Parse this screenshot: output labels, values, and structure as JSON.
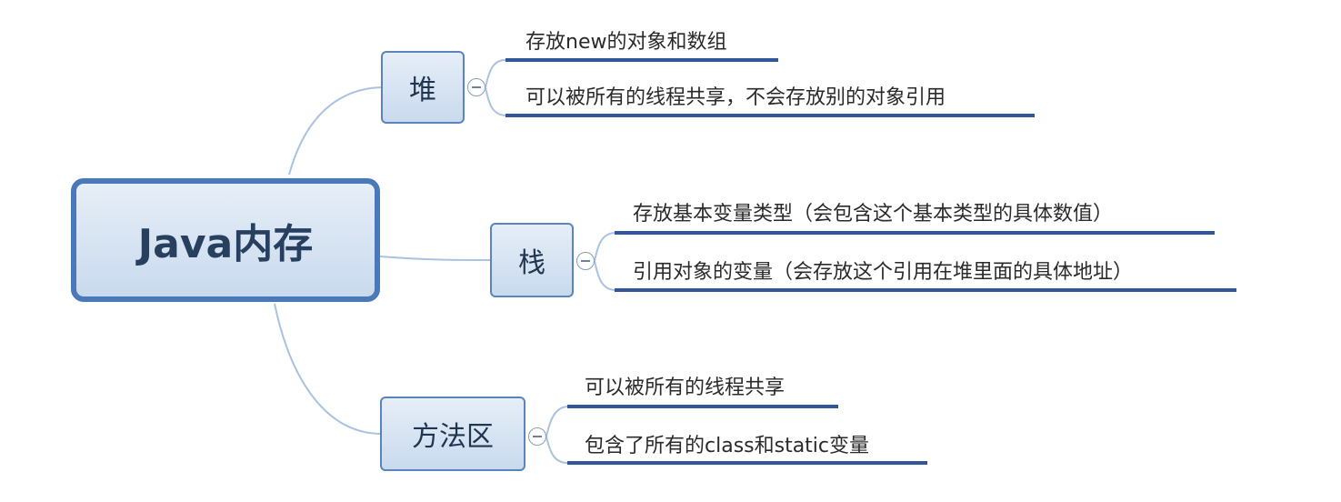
{
  "root": {
    "label": "Java内存"
  },
  "branches": [
    {
      "label": "堆",
      "leaves": [
        "存放new的对象和数组",
        "可以被所有的线程共享，不会存放别的对象引用"
      ]
    },
    {
      "label": "栈",
      "leaves": [
        "存放基本变量类型（会包含这个基本类型的具体数值）",
        "引用对象的变量（会存放这个引用在堆里面的具体地址）"
      ]
    },
    {
      "label": "方法区",
      "leaves": [
        "可以被所有的线程共享",
        "包含了所有的class和static变量"
      ]
    }
  ],
  "colors": {
    "root_border": "#4a78b8",
    "branch_border": "#5a84bd",
    "node_fill_top": "#e6eef7",
    "node_fill_bottom": "#c9daee",
    "connector": "#a9c2e0",
    "leaf_rule": "#31569a"
  }
}
